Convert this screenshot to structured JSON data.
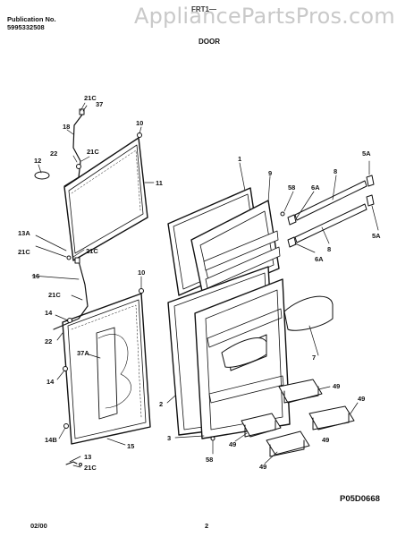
{
  "header": {
    "publication_label": "Publication No.",
    "publication_number": "5995332508",
    "model": "FRT1—",
    "section_title": "DOOR",
    "watermark": "AppliancePartsPros.com"
  },
  "footer": {
    "date": "02/00",
    "page_number": "2"
  },
  "diagram": {
    "drawing_code": "P05D0668",
    "callouts": [
      "21C",
      "37",
      "18",
      "10",
      "22",
      "21C",
      "12",
      "11",
      "13A",
      "21C",
      "21C",
      "16",
      "10",
      "21C",
      "14",
      "22",
      "37A",
      "14",
      "14B",
      "15",
      "13",
      "21C",
      "1",
      "9",
      "58",
      "6A",
      "8",
      "5A",
      "5A",
      "8",
      "6A",
      "7",
      "2",
      "3",
      "58",
      "49",
      "49",
      "49",
      "49",
      "49"
    ]
  },
  "colors": {
    "ink": "#111111",
    "watermark": "#c9c9c9"
  }
}
